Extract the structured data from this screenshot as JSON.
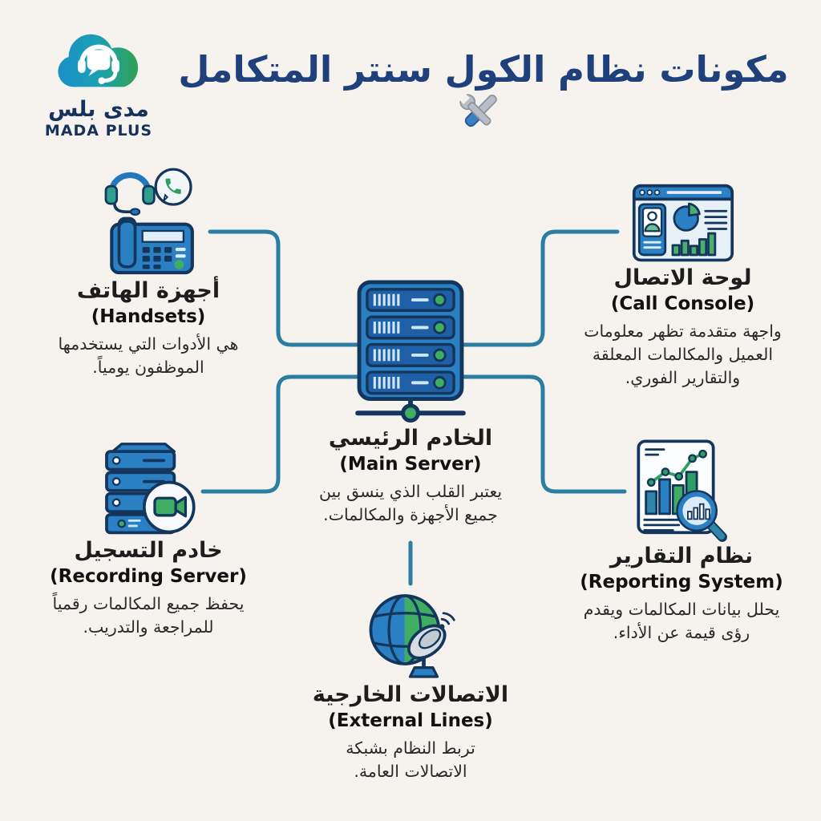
{
  "colors": {
    "background": "#f6f3ee",
    "connector": "#2b7da3",
    "navy_outline": "#14365c",
    "primary_blue": "#2b80c4",
    "accent_green": "#3fae62",
    "title_navy": "#20407c",
    "text_dark": "#1d1d1d"
  },
  "header": {
    "title_ar": "مكونات نظام الكول سنتر المتكامل",
    "title_icon": "tools-wrench-screwdriver",
    "logo": {
      "icon": "cloud-headset",
      "brand_ar": "مدى بلس",
      "brand_en": "MADA PLUS"
    }
  },
  "nodes": {
    "handsets": {
      "icon": "desk-phone-headset-chat",
      "title_ar": "أجهزة الهاتف",
      "title_en": "(Handsets)",
      "desc_ar": "هي الأدوات التي يستخدمها الموظفون يومياً."
    },
    "call_console": {
      "icon": "dashboard-window",
      "title_ar": "لوحة الاتصال",
      "title_en": "(Call Console)",
      "desc_ar": "واجهة متقدمة تظهر معلومات العميل والمكالمات المعلقة والتقارير الفوري."
    },
    "main_server": {
      "icon": "server-rack",
      "title_ar": "الخادم الرئيسي",
      "title_en": "(Main Server)",
      "desc_ar": "يعتبر القلب الذي ينسق بين جميع الأجهزة والمكالمات."
    },
    "recording_server": {
      "icon": "server-stack-video",
      "title_ar": "خادم التسجيل",
      "title_en": "(Recording Server)",
      "desc_ar": "يحفظ جميع المكالمات رقمياً للمراجعة والتدريب."
    },
    "reporting_system": {
      "icon": "report-chart-magnifier",
      "title_ar": "نظام التقارير",
      "title_en": "(Reporting System)",
      "desc_ar": "يحلل بيانات المكالمات ويقدم رؤى قيمة عن الأداء."
    },
    "external_lines": {
      "icon": "globe-satellite-dish",
      "title_ar": "الاتصالات الخارجية",
      "title_en": "(External Lines)",
      "desc_ar": "تربط النظام بشبكة الاتصالات العامة."
    }
  }
}
